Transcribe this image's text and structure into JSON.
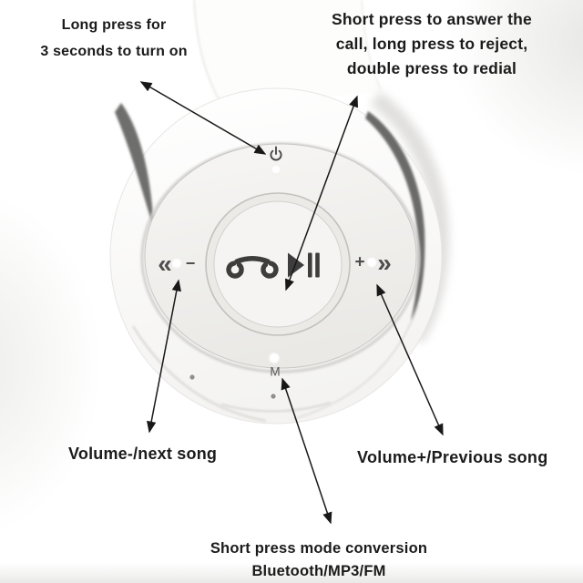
{
  "annotations": {
    "power": {
      "line1": "Long press for",
      "line2": "3 seconds to turn on"
    },
    "call": {
      "line1": "Short press to answer the",
      "line2": "call, long press to reject,",
      "line3": "double press to redial"
    },
    "volume_down": {
      "label": "Volume-/next song"
    },
    "volume_up": {
      "label": "Volume+/Previous song"
    },
    "mode": {
      "line1": "Short press mode conversion",
      "line2": "Bluetooth/MP3/FM"
    }
  },
  "controls": {
    "chevrons_left": "«",
    "minus": "−",
    "plus": "+",
    "chevrons_right": "»",
    "mode": "M"
  },
  "colors": {
    "annotation_text": "#1b1b1b",
    "arrow": "#181818",
    "icon_glyph": "#3d3d3d",
    "plate": "#f2f1ef",
    "background": "#ffffff"
  }
}
